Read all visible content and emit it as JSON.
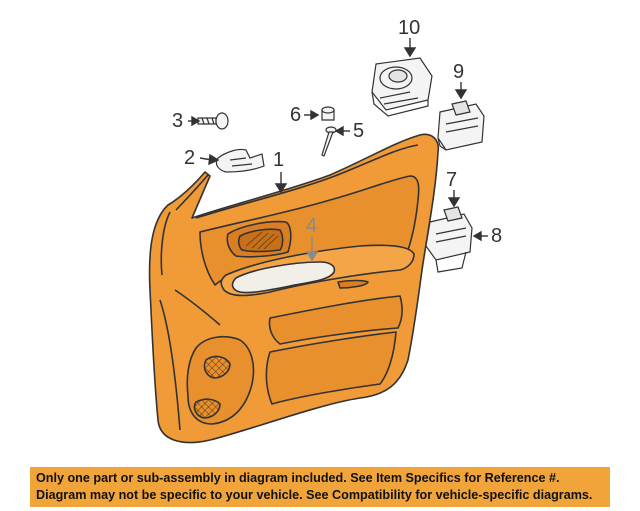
{
  "diagram": {
    "callouts": {
      "c1": "1",
      "c2": "2",
      "c3": "3",
      "c4": "4",
      "c5": "5",
      "c6": "6",
      "c7": "7",
      "c8": "8",
      "c9": "9",
      "c10": "10"
    },
    "colors": {
      "trim_panel_fill": "#f09a38",
      "line": "#333333",
      "footer_background": "#f0a43a"
    }
  },
  "footer": {
    "line1": "Only one part or sub-assembly in diagram included. See Item Specifics for Reference #.",
    "line2": "Diagram may not be specific to your vehicle. See Compatibility for vehicle-specific diagrams."
  }
}
